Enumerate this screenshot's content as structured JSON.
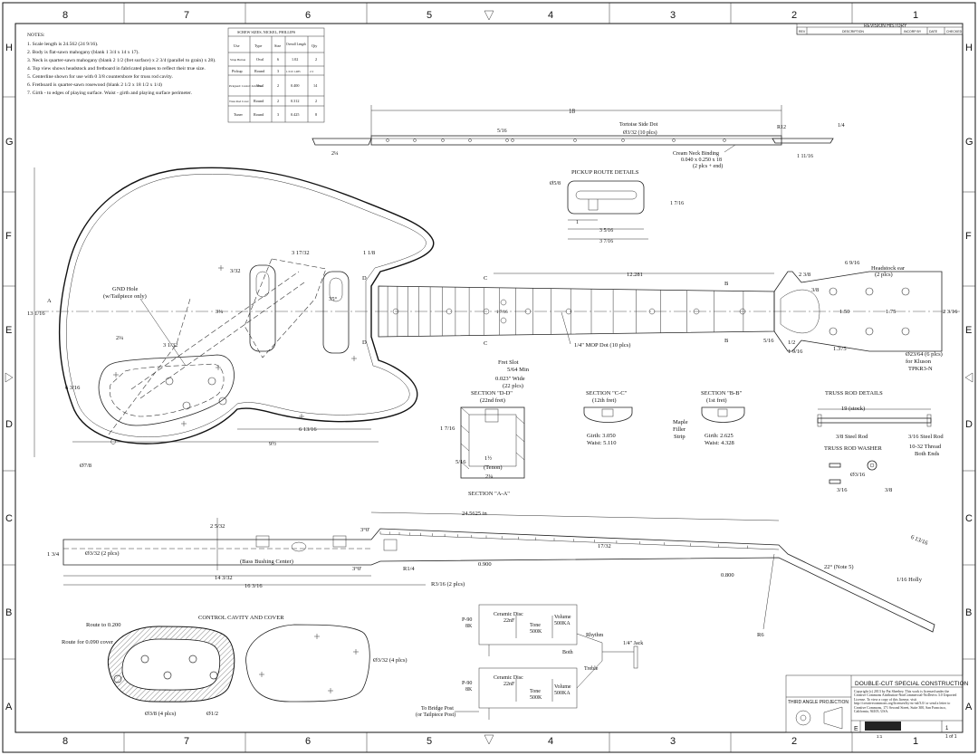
{
  "title_block": {
    "drawing_title": "DOUBLE-CUT SPECIAL CONSTRUCTION",
    "projection": "THIRD ANGLE PROJECTION",
    "size_letter": "E",
    "rev": "1",
    "sheet": "1 of 1",
    "scale": "1:1",
    "license": "Copyright (c) 2013 by Pat Sheehey. This work is licensed under the Creative Commons Attribution-NonCommercial-NoDerivs 3.0 Unported License. To view a copy of this license, visit http://creativecommons.org/licenses/by-nc-nd/3.0/ or send a letter to Creative Commons, 171 Second Street, Suite 300, San Francisco, California, 94105, USA."
  },
  "revision_history": {
    "title": "REVISION HISTORY",
    "columns": [
      "REV",
      "DESCRIPTION",
      "INCORP BY",
      "DATE",
      "CHECKED"
    ]
  },
  "notes": {
    "heading": "NOTES:",
    "items": [
      "1. Scale length is 24.562 (24 9/16).",
      "2. Body is flat-sawn mahogany (blank 1 3/4 x 14 x 17).",
      "3. Neck is quarter-sawn mahogany (blank 2 1/2 (fret surface) x 2 3/4 (parallel to grain) x 28).",
      "4. Top view shows headstock and fretboard in fabricated planes to reflect their true size.",
      "5. Centerline shown for use with 0 3/8 countersbore for truss rod cavity.",
      "6. Fretboard is quarter-sawn rosewood (blank 2 1/2 x 18 1/2 x 1/4)",
      "7. Girth - to edges of playing surface. Waist - girth and playing surface perimeter."
    ]
  },
  "screw_table": {
    "title": "SCREW SIZES, NICKEL, PHILLIPS",
    "headers": [
      "Use",
      "Type",
      "Size",
      "Overall Length",
      "Qty"
    ],
    "rows": [
      [
        "Strap Button",
        "Oval",
        "6",
        "1.02",
        "2"
      ],
      [
        "Pickup",
        "Round",
        "3",
        "1.510 1.485",
        "2 2"
      ],
      [
        "Pickguard/ Control/ Jack Plate",
        "Oval",
        "2",
        "0.400",
        "14"
      ],
      [
        "Truss Rod Cover",
        "Round",
        "2",
        "0.312",
        "2"
      ],
      [
        "Tuner",
        "Round",
        "3",
        "0.425",
        "8"
      ]
    ]
  },
  "grid": {
    "columns": [
      "8",
      "7",
      "6",
      "5",
      "4",
      "3",
      "2",
      "1"
    ],
    "rows": [
      "H",
      "G",
      "F",
      "E",
      "D",
      "C",
      "B",
      "A"
    ]
  },
  "labels": {
    "fretboard_len": "18",
    "side_dot": "Tortoise Side Dot",
    "side_dot_size": "Ø3/32 (10 plcs)",
    "binding1": "Cream Neck Binding",
    "binding2": "0.040 x 0.250 x 18",
    "binding3": "(2 plcs + end)",
    "r12": "R12",
    "pickup_route": "PICKUP ROUTE DETAILS",
    "gnd1": "GND Hole",
    "gnd2": "(w/Tailpiece only)",
    "scale_12": "12.281",
    "mop": "1/4\" MOP Dot (10 plcs)",
    "headstock_ear1": "Headstock ear",
    "headstock_ear2": "(2 plcs)",
    "kluson1": "Ø23/64 (6 plcs)",
    "kluson2": "for Kluson",
    "kluson3": "TPKR3-N",
    "v150": "1.50",
    "v175": "1.75",
    "v1375": "1.375",
    "angle35": "35°",
    "hole78": "Ø7/8",
    "fret_slot1": "Fret Slot",
    "fret_slot2": "5/64 Min",
    "fret_slot3": "0.023\" Wide",
    "fret_slot4": "(22 plcs)",
    "sec_dd": "SECTION \"D-D\"",
    "sec_dd_sub": "(22nd fret)",
    "sec_cc": "SECTION \"C-C\"",
    "sec_cc_sub": "(12th fret)",
    "sec_bb": "SECTION \"B-B\"",
    "sec_bb_sub": "(1st fret)",
    "sec_aa": "SECTION \"A-A\"",
    "tenon": "(Tenon)",
    "girth_c": "Girth: 3.050",
    "waist_c": "Waist: 5.110",
    "girth_b": "Girth: 2.625",
    "waist_b": "Waist: 4.328",
    "maple1": "Maple",
    "maple2": "Filler",
    "maple3": "Strip",
    "truss_details": "TRUSS ROD DETAILS",
    "truss_stock": "19 (stock)",
    "steel_rod_a": "3/8 Steel Rod",
    "steel_rod_b": "3/16 Steel Rod",
    "thread1": "10-32 Thread",
    "thread2": "Both Ends",
    "truss_washer": "TRUSS ROD WASHER",
    "total_len": "24.5625 in",
    "bass_bushing": "(Bass Bushing Center)",
    "v0900": "0.900",
    "v0800": "0.800",
    "angle22": "22° (Note 5)",
    "holly": "1/16 Holly",
    "r6": "R6",
    "r3_16": "R3/16 (2 plcs)",
    "r1_4": "R1/4",
    "three_deg": "3°0'",
    "control_cavity": "CONTROL CAVITY AND COVER",
    "route_200": "Route to 0.200",
    "route_090": "Route for 0.090 cover",
    "holes_4a": "Ø3/32 (4 plcs)",
    "holes_4b": "Ø3/8 (4 plcs)",
    "hole_half": "Ø1/2",
    "pu1": "P-90",
    "pu1b": "8K",
    "cap1": "Ceramic Disc",
    "cap1b": "22nF",
    "tone1": "Tone",
    "tone1b": "500K",
    "vol1": "Volume",
    "vol1b": "500KA",
    "rhythm": "Rhythm",
    "both": "Both",
    "treble": "Treble",
    "jack": "1/4\" Jack",
    "pu2": "P-90",
    "pu2b": "8K",
    "cap2": "Ceramic Disc",
    "cap2b": "22nF",
    "tone2": "Tone",
    "tone2b": "500K",
    "vol2": "Volume",
    "vol2b": "500KA",
    "bridge1": "To Bridge Post",
    "bridge2": "(or Tailpiece Post)",
    "dim_c": "C",
    "dim_b": "B",
    "dim_d": "D",
    "dim_a": "A"
  }
}
